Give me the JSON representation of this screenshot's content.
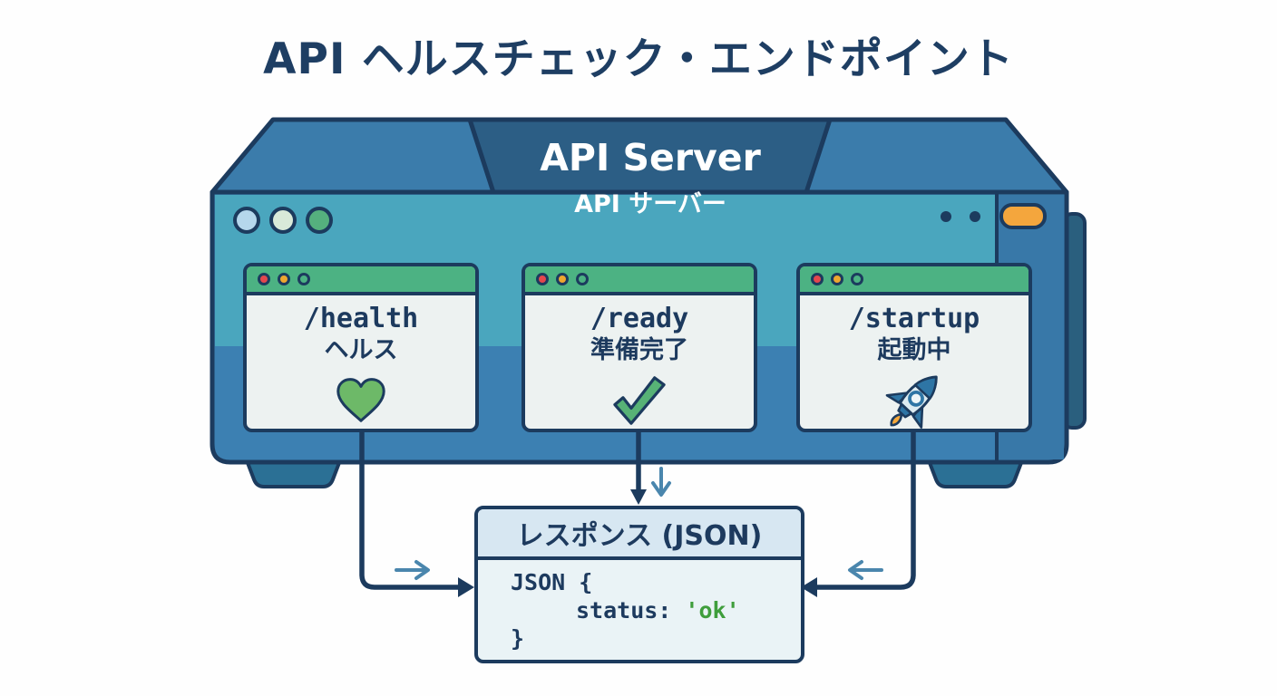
{
  "title": "API ヘルスチェック・エンドポイント",
  "server": {
    "title": "API Server",
    "subtitle": "API サーバー"
  },
  "endpoints": [
    {
      "path": "/health",
      "label": "ヘルス",
      "icon": "heart-icon"
    },
    {
      "path": "/ready",
      "label": "準備完了",
      "icon": "checkmark-icon"
    },
    {
      "path": "/startup",
      "label": "起動中",
      "icon": "rocket-icon"
    }
  ],
  "response": {
    "title": "レスポンス (JSON)",
    "code_open": "JSON {",
    "code_key": "status:",
    "code_value": "'ok'",
    "code_close": "}"
  },
  "colors": {
    "outline_navy": "#1c3b5e",
    "text_navy": "#1d3a5e",
    "server_top_blue": "#3b7cab",
    "server_name_panel": "#2c5e85",
    "server_teal_band": "#4aa6be",
    "server_front_blue": "#3c80b2",
    "card_header_green": "#4cb283",
    "heart_green": "#6db968",
    "check_green": "#57b276",
    "rocket_blue": "#2e75a5",
    "flame_orange": "#f5a83b",
    "power_button_orange": "#f4a63d",
    "ok_green": "#3f9e3c",
    "accent_arrow_blue": "#4a86ad"
  }
}
